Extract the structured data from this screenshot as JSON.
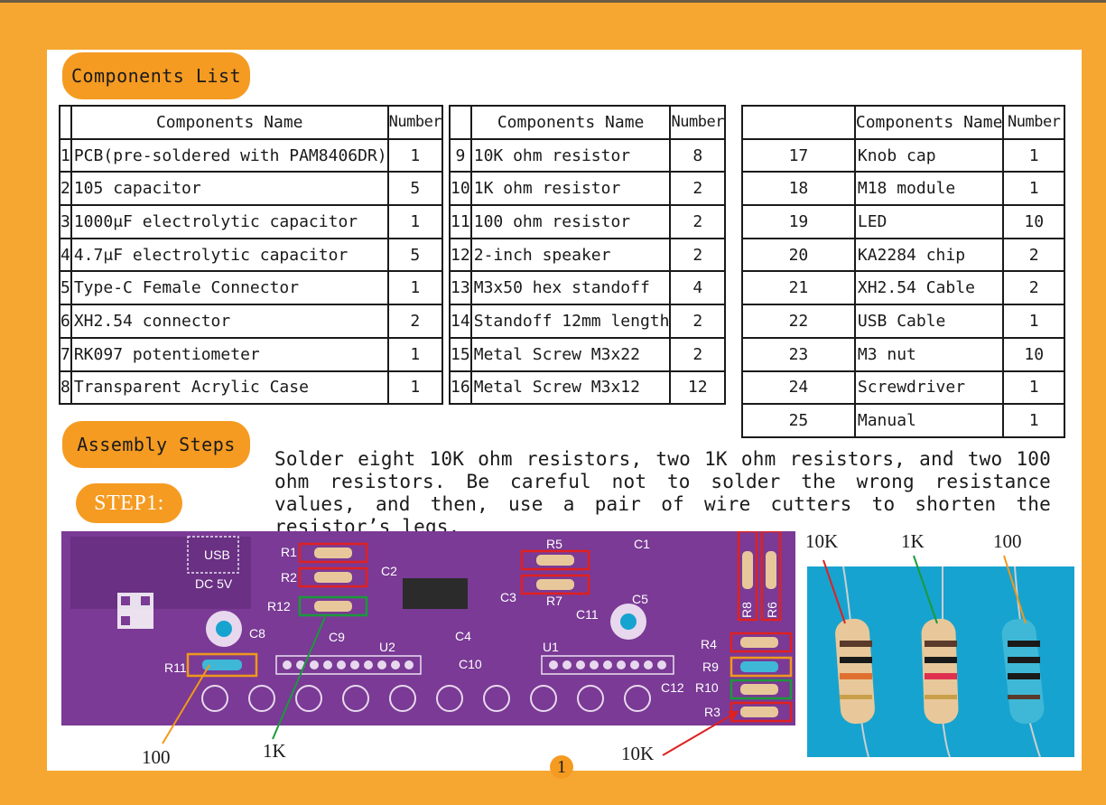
{
  "sections": {
    "components_title": "Components List",
    "assembly_title": "Assembly Steps",
    "step_label": "STEP1:"
  },
  "table_headers": {
    "name": "Components Name",
    "number": "Number"
  },
  "table1": [
    {
      "no": "1",
      "name": "PCB(pre-soldered with PAM8406DR)",
      "num": "1"
    },
    {
      "no": "2",
      "name": "105 capacitor",
      "num": "5"
    },
    {
      "no": "3",
      "name": "1000μF electrolytic capacitor",
      "num": "1"
    },
    {
      "no": "4",
      "name": "4.7μF electrolytic capacitor",
      "num": "5"
    },
    {
      "no": "5",
      "name": "Type-C Female Connector",
      "num": "1"
    },
    {
      "no": "6",
      "name": "XH2.54 connector",
      "num": "2"
    },
    {
      "no": "7",
      "name": "RK097 potentiometer",
      "num": "1"
    },
    {
      "no": "8",
      "name": "Transparent Acrylic Case",
      "num": "1"
    }
  ],
  "table2": [
    {
      "no": "9",
      "name": "10K ohm resistor",
      "num": "8"
    },
    {
      "no": "10",
      "name": "1K ohm resistor",
      "num": "2"
    },
    {
      "no": "11",
      "name": "100 ohm resistor",
      "num": "2"
    },
    {
      "no": "12",
      "name": "2-inch speaker",
      "num": "2"
    },
    {
      "no": "13",
      "name": "M3x50 hex standoff",
      "num": "4"
    },
    {
      "no": "14",
      "name": "Standoff 12mm length",
      "num": "2"
    },
    {
      "no": "15",
      "name": "Metal Screw M3x22",
      "num": "2"
    },
    {
      "no": "16",
      "name": "Metal Screw M3x12",
      "num": "12"
    }
  ],
  "table3": [
    {
      "no": "17",
      "name": "Knob cap",
      "num": "1"
    },
    {
      "no": "18",
      "name": "M18 module",
      "num": "1"
    },
    {
      "no": "19",
      "name": "LED",
      "num": "10"
    },
    {
      "no": "20",
      "name": "KA2284 chip",
      "num": "2"
    },
    {
      "no": "21",
      "name": "XH2.54 Cable",
      "num": "2"
    },
    {
      "no": "22",
      "name": "USB Cable",
      "num": "1"
    },
    {
      "no": "23",
      "name": "M3 nut",
      "num": "10"
    },
    {
      "no": "24",
      "name": "Screwdriver",
      "num": "1"
    },
    {
      "no": "25",
      "name": "Manual",
      "num": "1"
    }
  ],
  "step1_text": "Solder eight 10K ohm resistors, two 1K ohm resistors, and two 100 ohm resistors. Be careful not to solder the wrong resistance values, and then, use a pair of wire cutters to shorten the resistor’s legs.",
  "pcb_labels": {
    "usb": "USB",
    "dc": "DC 5V",
    "r1": "R1",
    "r2": "R2",
    "r12": "R12",
    "r5": "R5",
    "r7": "R7",
    "c1": "C1",
    "c2": "C2",
    "c3": "C3",
    "c4": "C4",
    "c5": "C5",
    "c8": "C8",
    "c9": "C9",
    "c10": "C10",
    "c11": "C11",
    "c12": "C12",
    "u1": "U1",
    "u2": "U2",
    "r11": "R11",
    "r4": "R4",
    "r9": "R9",
    "r10": "R10",
    "r3": "R3",
    "r8": "R8",
    "r6": "R6"
  },
  "callouts": {
    "pcb_100": "100",
    "pcb_1k": "1K",
    "pcb_10k": "10K",
    "photo_10k": "10K",
    "photo_1k": "1K",
    "photo_100": "100"
  },
  "page_number": "1",
  "colors": {
    "border": "#f6a731",
    "pill": "#f59b22",
    "pcb": "#7a3a95",
    "photo_bg": "#17a3cf",
    "box_10k": "#e02020",
    "box_1k": "#1a9a3a",
    "box_100": "#f0981a"
  }
}
